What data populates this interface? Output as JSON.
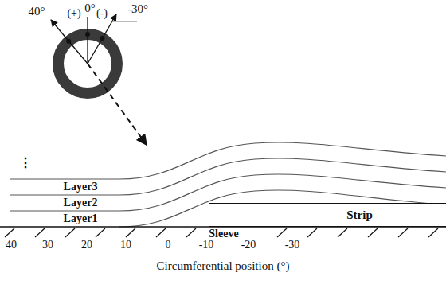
{
  "diagram": {
    "nodes": [
      {
        "text": [
          "Strip"
        ]
      }
    ],
    "labels": [
      "40°",
      "(+)",
      "0°",
      "(-)",
      "-30°",
      "⋮",
      "Layer3",
      "Layer2",
      "Layer1",
      "Sleeve",
      "40",
      "30",
      "20",
      "10",
      "0",
      "-10",
      "-20",
      "-30",
      "Circumferential position (°)"
    ]
  }
}
